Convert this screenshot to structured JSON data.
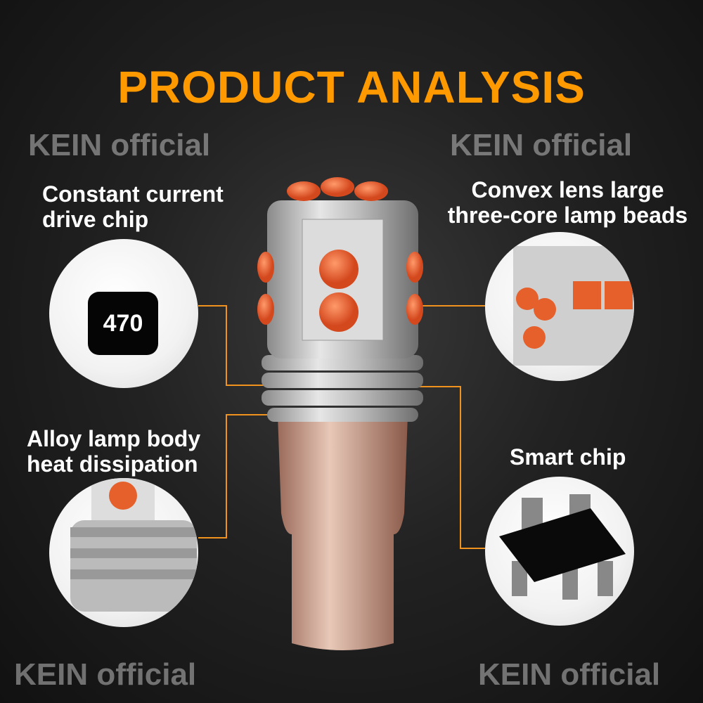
{
  "title": "PRODUCT ANALYSIS",
  "features": {
    "drive_chip": {
      "line1": "Constant current",
      "line2": "drive chip",
      "chip_text": "470"
    },
    "lamp_beads": {
      "line1": "Convex lens large",
      "line2": "three-core lamp beads"
    },
    "lamp_body": {
      "line1": "Alloy lamp body",
      "line2": "heat dissipation"
    },
    "smart_chip": {
      "line1": "Smart chip"
    }
  },
  "watermark": "KEIN official",
  "colors": {
    "accent": "#ff9900",
    "led": "#f06a2a",
    "background": "#1c1c1c"
  }
}
